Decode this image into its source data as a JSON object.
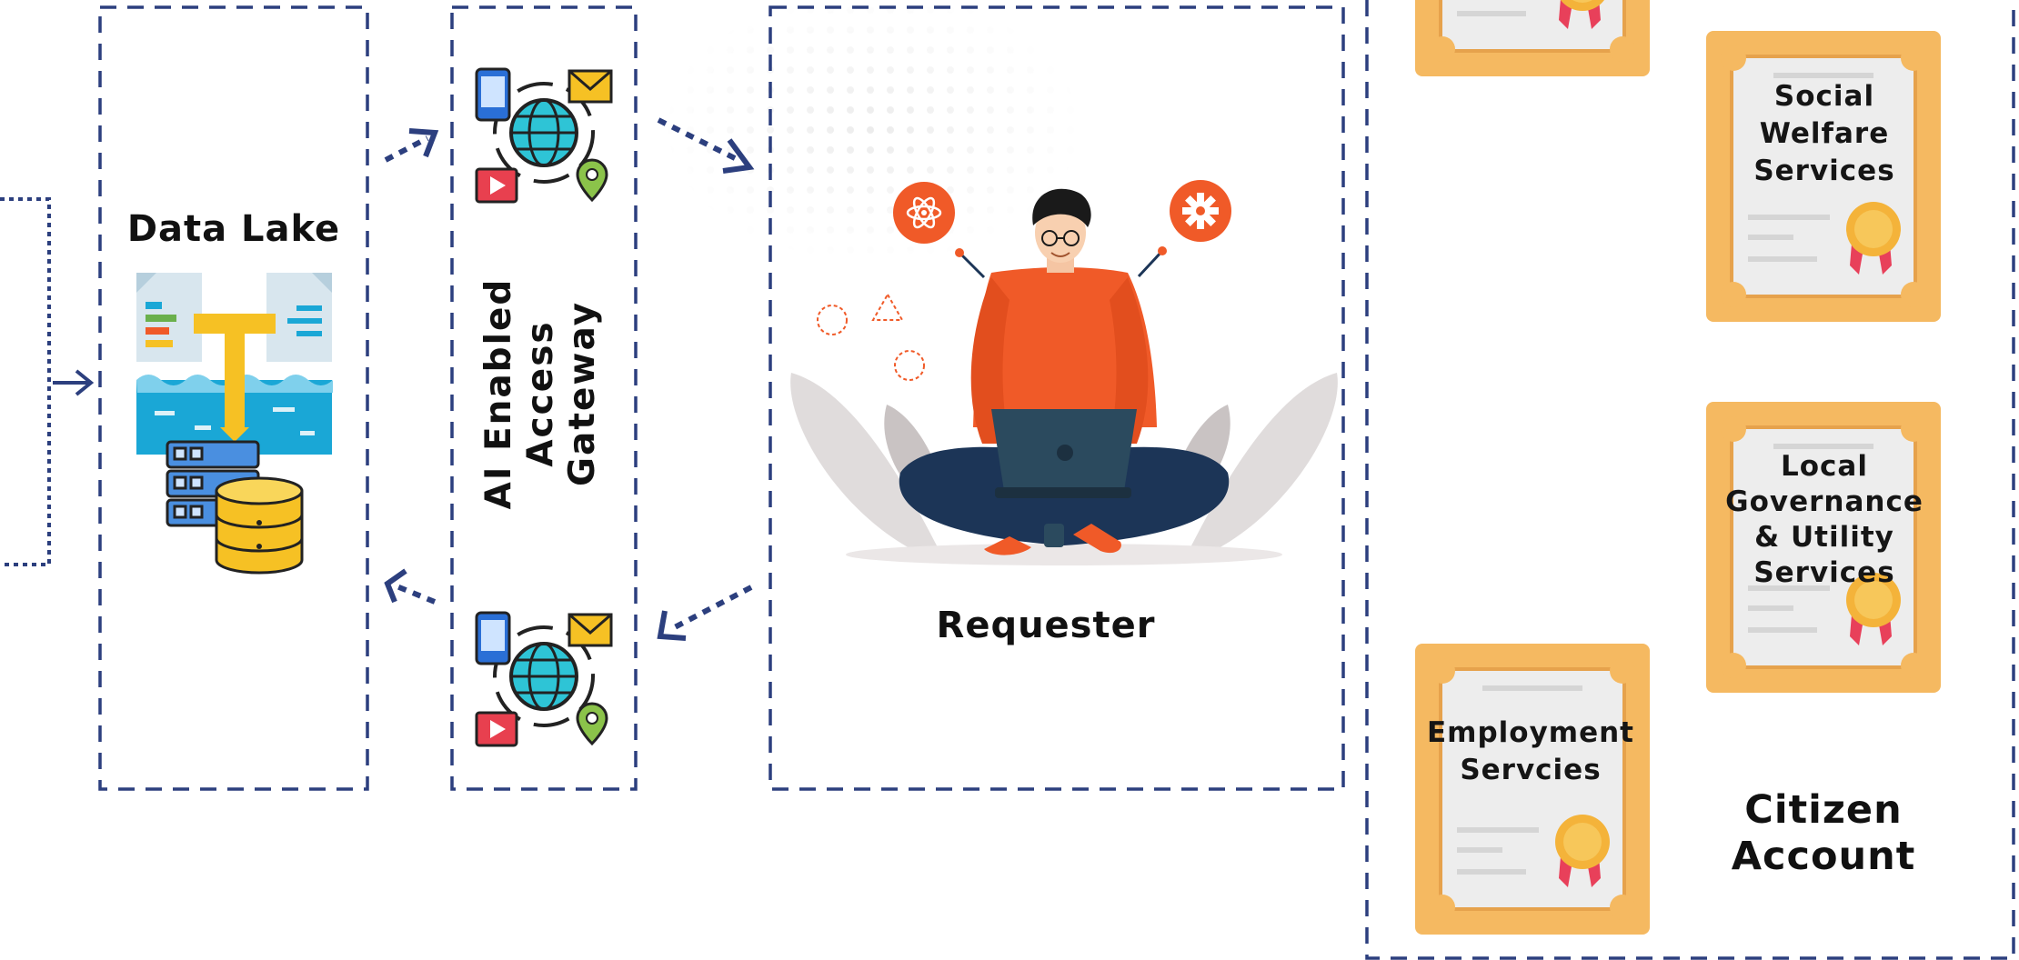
{
  "data_lake": {
    "title": "Data Lake"
  },
  "gateway": {
    "title_lines": [
      "AI Enabled",
      "Access",
      "Gateway"
    ]
  },
  "requester": {
    "label": "Requester"
  },
  "citizen_account": {
    "title_lines": [
      "Citizen",
      "Account"
    ],
    "services": [
      {
        "lines": [
          "Social",
          "Welfare",
          "Services"
        ]
      },
      {
        "lines": [
          "Local",
          "Governance",
          "& Utility",
          "Services"
        ]
      },
      {
        "lines": [
          "Employment",
          "Servcies"
        ]
      }
    ]
  },
  "colors": {
    "dash_border": "#2c3f7e",
    "accent_orange": "#f05a28",
    "certificate_frame": "#f5b961",
    "certificate_paper": "#ededed",
    "water": "#1aa7d6",
    "pipe": "#f6c124",
    "laptop": "#2b4a5e",
    "pants": "#1c3557"
  },
  "icons": [
    "data-lake-icon",
    "network-globe-icon",
    "person-laptop-illustration",
    "atom-icon",
    "gear-icon",
    "certificate-icon"
  ]
}
